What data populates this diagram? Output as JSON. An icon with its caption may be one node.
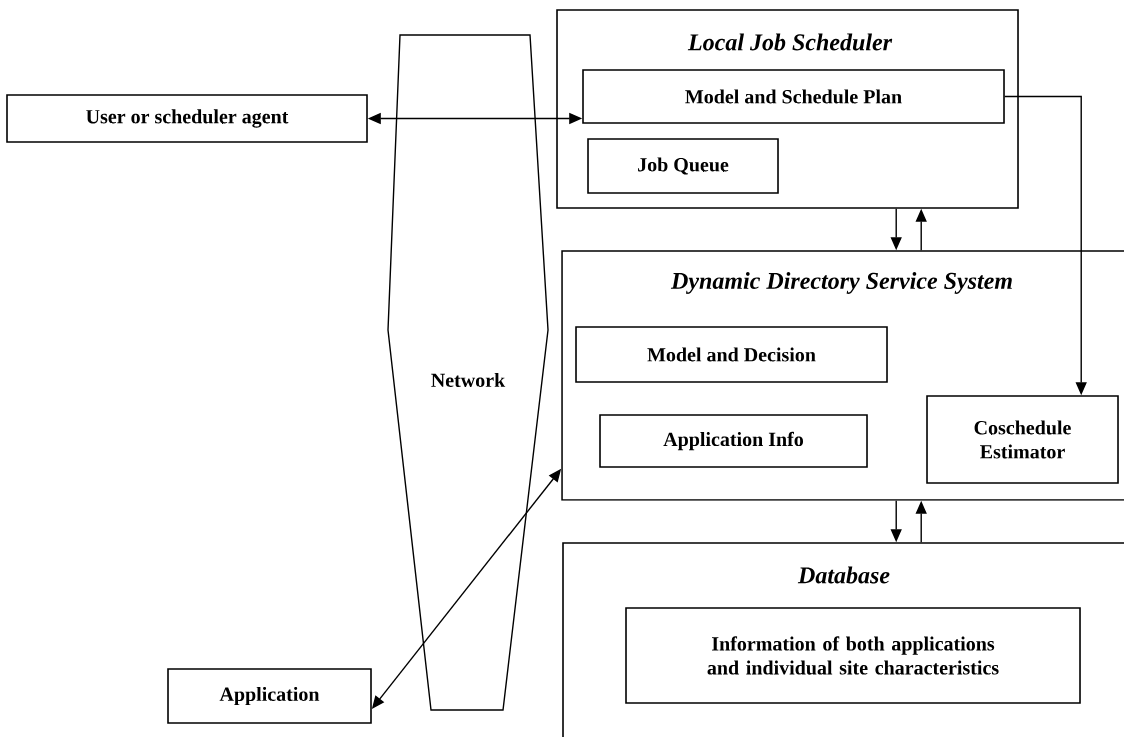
{
  "diagram": {
    "nodes": [
      {
        "text": [
          "User or scheduler agent"
        ]
      },
      {
        "text": [
          "Network"
        ]
      },
      {
        "text": [
          "Local Job Scheduler"
        ]
      },
      {
        "text": [
          "Model and Schedule Plan"
        ],
        "in": 2
      },
      {
        "text": [
          "Job Queue"
        ],
        "in": 2
      },
      {
        "text": [
          "Dynamic Directory Service System"
        ]
      },
      {
        "text": [
          "Model and Decision"
        ],
        "in": 5
      },
      {
        "text": [
          "Application Info"
        ],
        "in": 5
      },
      {
        "text": [
          "Coschedule Estimator"
        ],
        "in": 5
      },
      {
        "text": [
          "Database"
        ]
      },
      {
        "text": [
          "Information of both applications and individual site characteristics"
        ],
        "in": 9
      },
      {
        "text": [
          "Application"
        ]
      }
    ],
    "edges": [
      {
        "from": 0,
        "to": 3,
        "arrow": "both"
      },
      {
        "from": 3,
        "to": 8,
        "arrow": "to"
      },
      {
        "from": 2,
        "to": 5,
        "arrow": "to"
      },
      {
        "from": 5,
        "to": 2,
        "arrow": "to"
      },
      {
        "from": 5,
        "to": 9,
        "arrow": "to"
      },
      {
        "from": 9,
        "to": 5,
        "arrow": "to"
      },
      {
        "from": 11,
        "to": 5,
        "arrow": "both"
      }
    ]
  }
}
